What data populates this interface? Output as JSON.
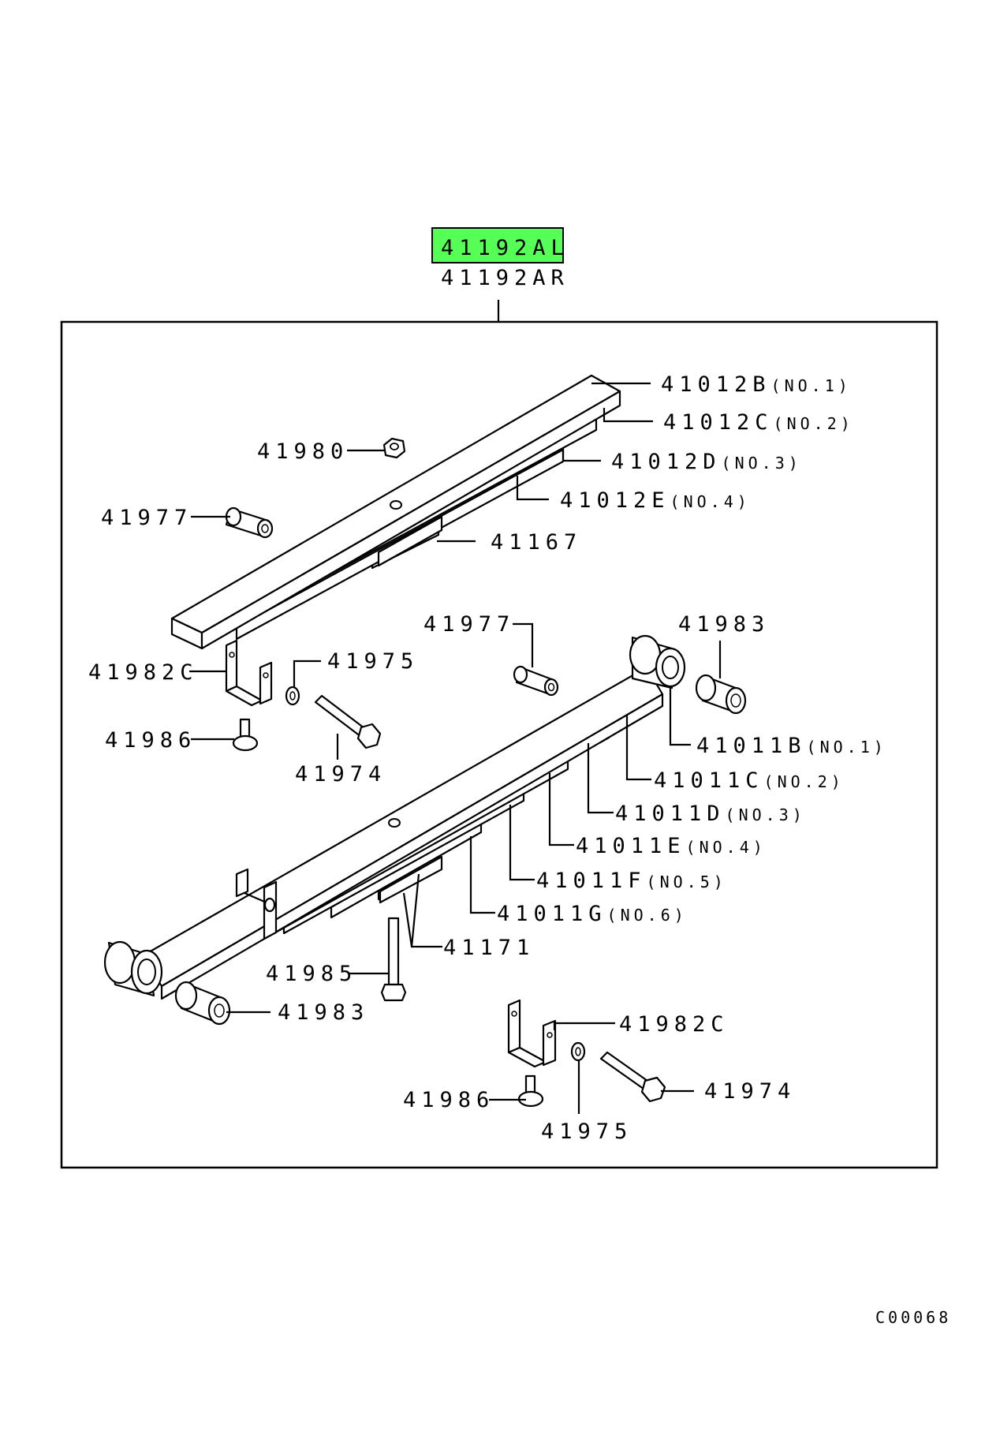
{
  "header": {
    "highlighted_part": "41192AL",
    "alternate_part": "41192AR",
    "highlight_color": "#55ff55"
  },
  "corner_code": "C00068",
  "callouts": {
    "front_leaf_no1": {
      "number": "41012B",
      "note": "(NO.1)"
    },
    "front_leaf_no2": {
      "number": "41012C",
      "note": "(NO.2)"
    },
    "front_leaf_no3": {
      "number": "41012D",
      "note": "(NO.3)"
    },
    "front_leaf_no4": {
      "number": "41012E",
      "note": "(NO.4)"
    },
    "front_nut": {
      "number": "41980"
    },
    "front_bushing": {
      "number": "41977"
    },
    "front_clip_pad": {
      "number": "41167"
    },
    "rear_bushing_top": {
      "number": "41977"
    },
    "rear_eye_bushing_top": {
      "number": "41983"
    },
    "clip_upper": {
      "number": "41982C"
    },
    "washer_upper": {
      "number": "41975"
    },
    "rivet_upper": {
      "number": "41986"
    },
    "bolt_upper": {
      "number": "41974"
    },
    "rear_leaf_no1": {
      "number": "41011B",
      "note": "(NO.1)"
    },
    "rear_leaf_no2": {
      "number": "41011C",
      "note": "(NO.2)"
    },
    "rear_leaf_no3": {
      "number": "41011D",
      "note": "(NO.3)"
    },
    "rear_leaf_no4": {
      "number": "41011E",
      "note": "(NO.4)"
    },
    "rear_leaf_no5": {
      "number": "41011F",
      "note": "(NO.5)"
    },
    "rear_leaf_no6": {
      "number": "41011G",
      "note": "(NO.6)"
    },
    "rear_clip_pad": {
      "number": "41171"
    },
    "center_bolt": {
      "number": "41985"
    },
    "rear_eye_bushing_bottom": {
      "number": "41983"
    },
    "clip_lower": {
      "number": "41982C"
    },
    "bolt_lower": {
      "number": "41974"
    },
    "rivet_lower": {
      "number": "41986"
    },
    "washer_lower": {
      "number": "41975"
    }
  }
}
